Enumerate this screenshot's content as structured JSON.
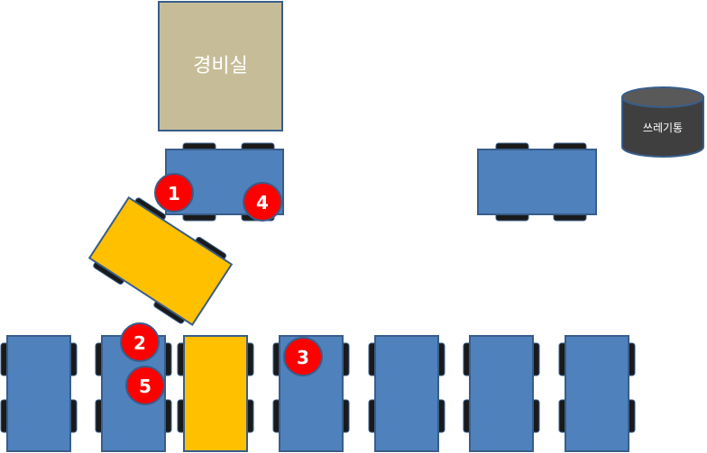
{
  "guardhouse": {
    "label": "경비실",
    "fill": "#c6bd98"
  },
  "trash_can": {
    "label": "쓰레기통",
    "fill": "#3f3f3f"
  },
  "colors": {
    "car_blue": "#4f81bd",
    "car_yellow": "#ffc000",
    "car_outline": "#385d8a",
    "tire": "#1a1a1a",
    "marker_red": "#ff0000",
    "marker_text": "#ffffff"
  },
  "markers": [
    {
      "id": "marker-1",
      "label": "1"
    },
    {
      "id": "marker-2",
      "label": "2"
    },
    {
      "id": "marker-3",
      "label": "3"
    },
    {
      "id": "marker-4",
      "label": "4"
    },
    {
      "id": "marker-5",
      "label": "5"
    }
  ]
}
